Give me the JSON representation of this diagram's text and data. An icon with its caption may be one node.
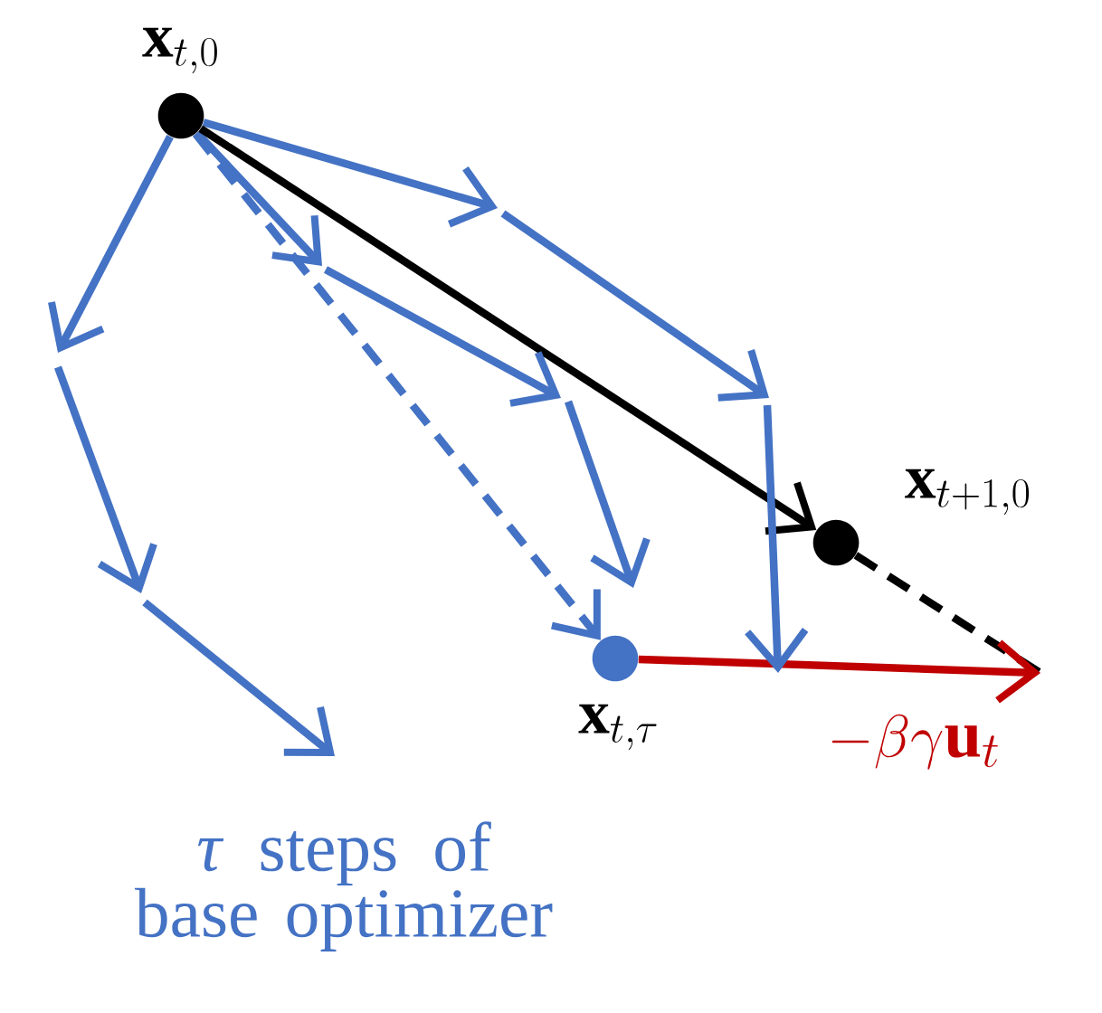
{
  "diagram": {
    "nodes": [
      {
        "text": [],
        "shape": "circle",
        "beside": [
          "\\mathbf{x}_{t,0}"
        ]
      },
      {
        "text": [],
        "shape": "circle",
        "beside": [
          "\\mathbf{x}_{t+1,0}"
        ]
      },
      {
        "text": [],
        "shape": "circle",
        "beside": [
          "\\mathbf{x}_{t,\\tau}"
        ]
      }
    ],
    "edges": [
      {
        "from": 0,
        "to": null,
        "arrow": "to"
      },
      {
        "from": 0,
        "to": null,
        "arrow": "to"
      },
      {
        "from": 0,
        "to": null,
        "arrow": "to"
      },
      {
        "from": 0,
        "to": 2,
        "arrow": "to",
        "style": "dashed"
      },
      {
        "from": 0,
        "to": 1,
        "arrow": "to",
        "color": "#000000"
      },
      {
        "from": 1,
        "to": null,
        "arrow": "none",
        "style": "dashed",
        "color": "#000000"
      },
      {
        "from": 2,
        "to": null,
        "arrow": "to",
        "color": "#c00000",
        "label": "-\\beta\\gamma\\mathbf{u}_t"
      }
    ],
    "labels": [
      "*τ* steps of base optimizer"
    ]
  }
}
